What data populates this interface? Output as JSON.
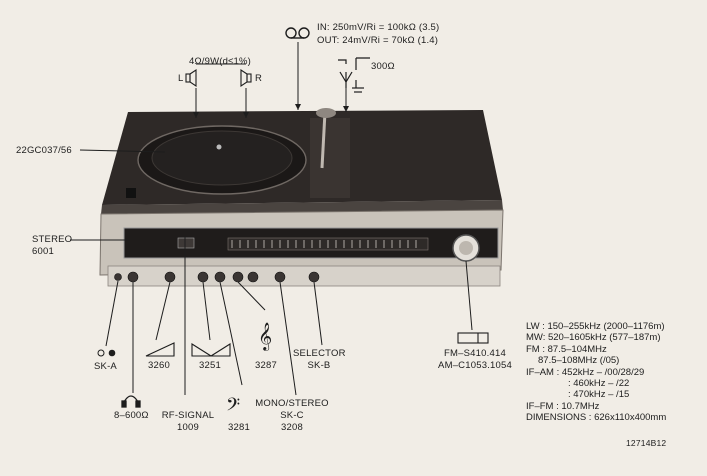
{
  "tape": {
    "in_line": "IN: 250mV/Ri = 100kΩ   (3.5)",
    "out_line": "OUT: 24mV/Ri = 70kΩ   (1.4)"
  },
  "antenna": {
    "label": "300Ω"
  },
  "speakers": {
    "rating": "4Ω/9W(d≤1%)",
    "left": "L",
    "right": "R"
  },
  "turntable": {
    "model": "22GC037/56"
  },
  "receiver": {
    "name": "STEREO",
    "model": "6001"
  },
  "sockets": {
    "ska": "SK-A",
    "headphones": "8–600Ω",
    "rf_signal": "RF-SIGNAL",
    "rf_num": "1009",
    "bass_num": "3281",
    "mono_stereo": "MONO/STEREO",
    "skc": "SK-C",
    "skc_num": "3208",
    "selector": "SELECTOR",
    "skb": "SK-B",
    "k3260": "3260",
    "k3251": "3251",
    "k3287": "3287"
  },
  "fm_module": {
    "line1": "FM–S410.414",
    "line2": "AM–C1053.1054"
  },
  "specs": {
    "lw": "LW : 150–255kHz (2000–1176m)",
    "mw": "MW: 520–1605kHz (577–187m)",
    "fm1": "FM : 87.5–104MHz",
    "fm2": "87.5–108MHz (/05)",
    "ifam1": "IF–AM  : 452kHz – /00/28/29",
    "ifam2": ": 460kHz – /22",
    "ifam3": ": 470kHz – /15",
    "iffm": "IF–FM  : 10.7MHz",
    "dim": "DIMENSIONS : 626x110x400mm"
  },
  "doc_number": "12714B12",
  "colors": {
    "paper": "#f1ede6",
    "ink": "#1d1d1d",
    "cabinet": "#2a2624",
    "panel": "#d9d4cc"
  }
}
